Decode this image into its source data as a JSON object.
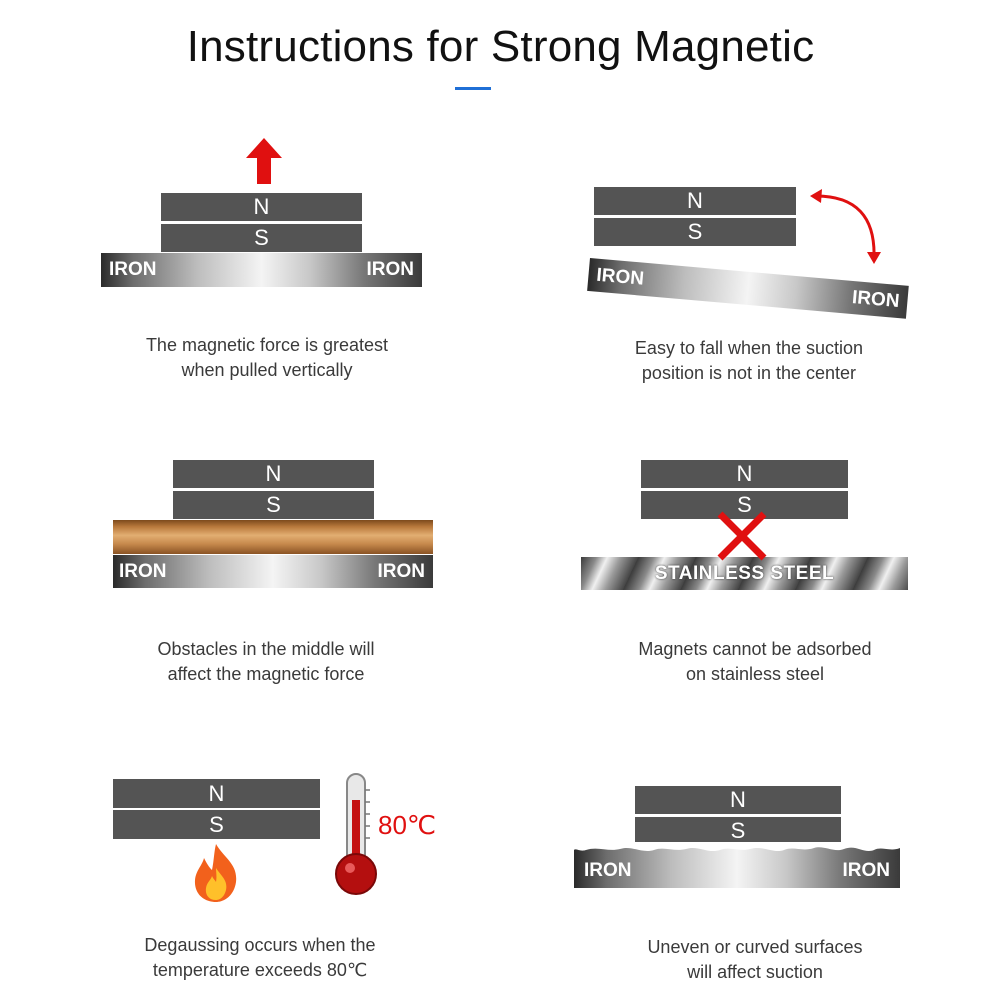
{
  "title": "Instructions for Strong Magnetic",
  "magnet": {
    "north": "N",
    "south": "S"
  },
  "materials": {
    "iron": "IRON",
    "stainless_steel": "STAINLESS STEEL"
  },
  "panels": [
    {
      "caption_line1": "The magnetic force is greatest",
      "caption_line2": "when pulled vertically"
    },
    {
      "caption_line1": "Easy to fall when the suction",
      "caption_line2": "position is not in the center"
    },
    {
      "caption_line1": "Obstacles in the middle will",
      "caption_line2": "affect the magnetic force"
    },
    {
      "caption_line1": "Magnets cannot be adsorbed",
      "caption_line2": "on stainless steel"
    },
    {
      "caption_line1": "Degaussing occurs when the",
      "caption_line2": "temperature exceeds 80℃",
      "temperature_label": "80℃"
    },
    {
      "caption_line1": "Uneven or curved surfaces",
      "caption_line2": "will affect suction"
    }
  ],
  "colors": {
    "magnet": "#545454",
    "accent_red": "#e01010",
    "title_underline": "#1f6fd6"
  },
  "icons": [
    "up-arrow-icon",
    "curved-arrow-icon",
    "cross-icon",
    "flame-icon",
    "thermometer-icon"
  ]
}
